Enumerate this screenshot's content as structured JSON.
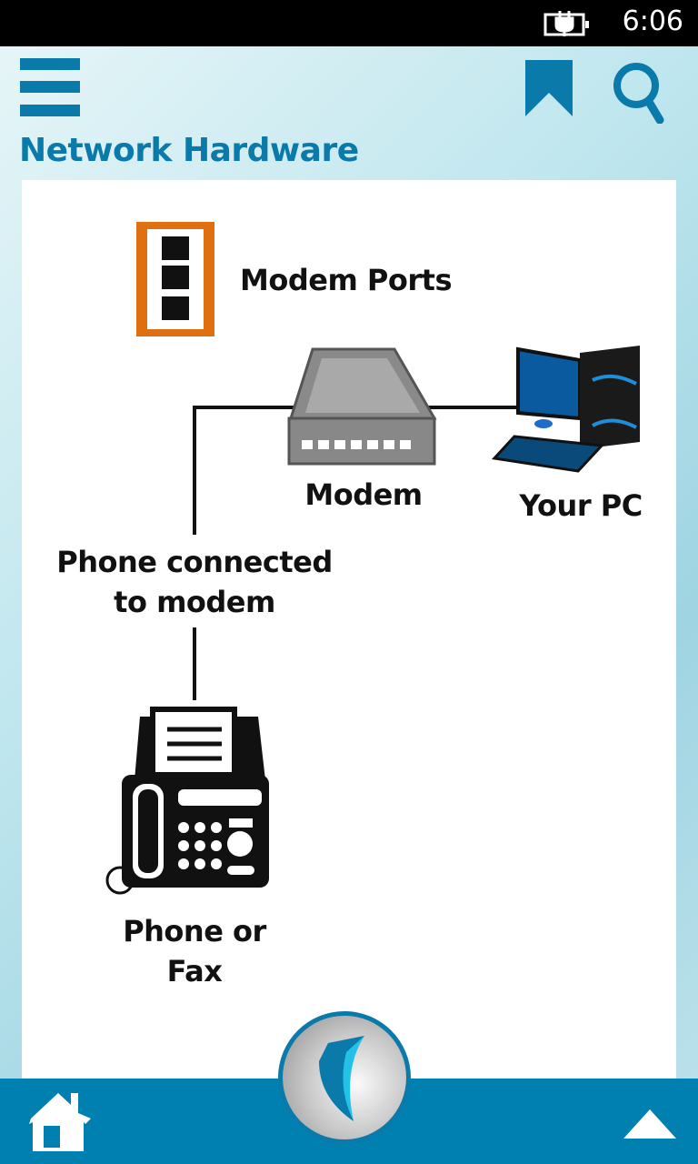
{
  "status_bar": {
    "time": "6:06",
    "battery_icon": "battery-charging-icon"
  },
  "header": {
    "title": "Network Hardware",
    "menu_icon": "hamburger-menu-icon",
    "bookmark_icon": "bookmark-icon",
    "search_icon": "search-icon"
  },
  "diagram": {
    "modem_ports_label": "Modem Ports",
    "modem_label": "Modem",
    "pc_label": "Your PC",
    "phone_connected_label_line1": "Phone connected",
    "phone_connected_label_line2": "to modem",
    "phone_fax_label_line1": "Phone or",
    "phone_fax_label_line2": "Fax"
  },
  "bottom_bar": {
    "home_icon": "home-icon",
    "logo": "app-logo",
    "up_icon": "scroll-up-icon"
  },
  "colors": {
    "accent": "#0080b0",
    "port_orange": "#e0700f"
  }
}
